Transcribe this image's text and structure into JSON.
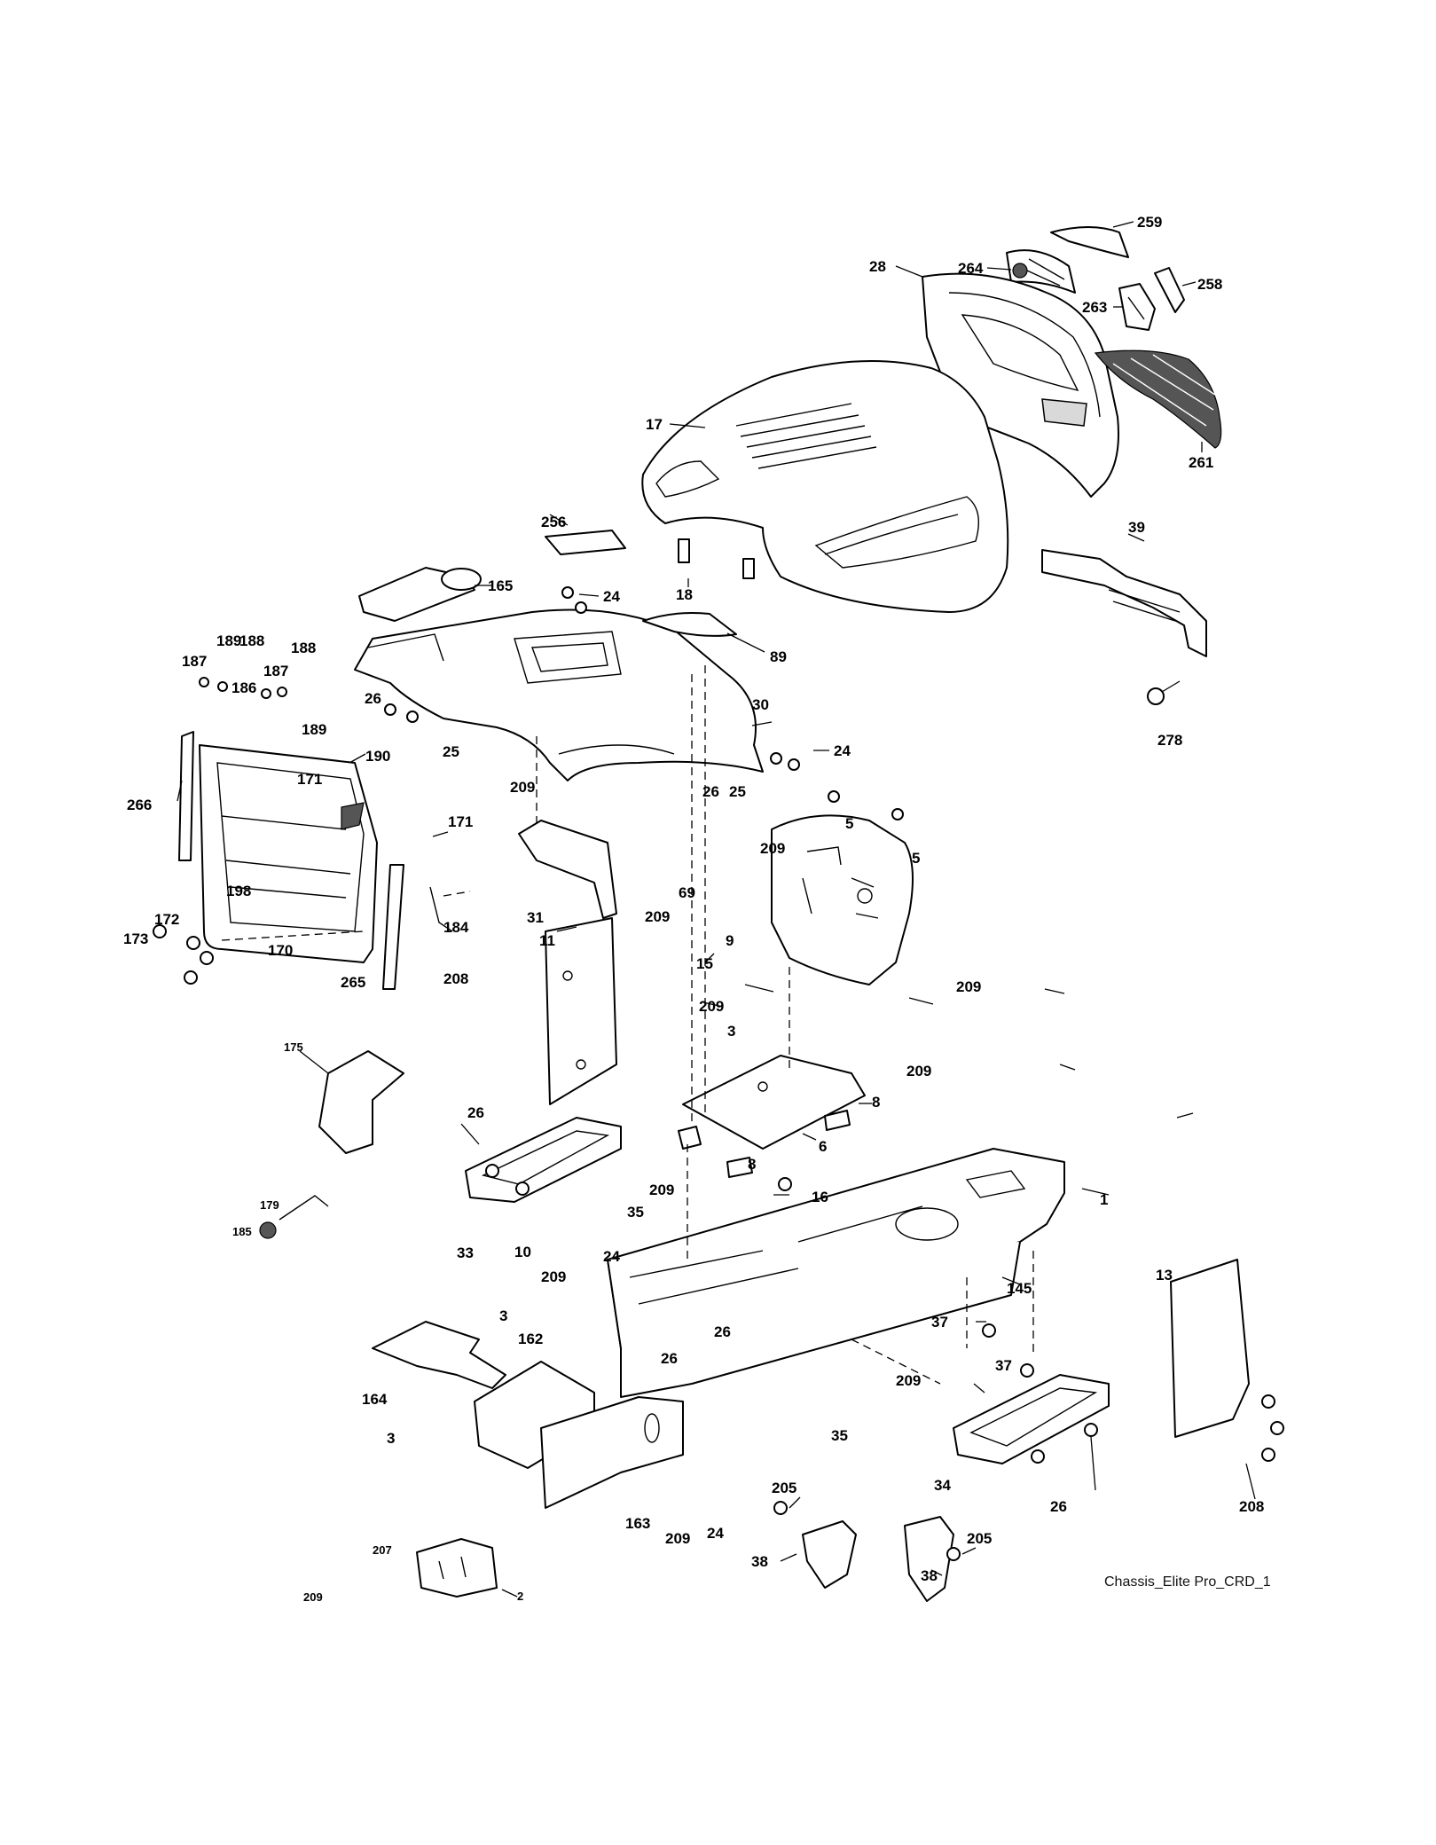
{
  "caption": "Chassis_Elite Pro_CRD_1",
  "callouts": [
    "259",
    "264",
    "258",
    "28",
    "263",
    "17",
    "261",
    "256",
    "165",
    "18",
    "24",
    "39",
    "189",
    "188",
    "188",
    "187",
    "187",
    "186",
    "189",
    "89",
    "26",
    "25",
    "30",
    "24",
    "278",
    "190",
    "266",
    "171",
    "209",
    "26",
    "25",
    "171",
    "5",
    "209",
    "5",
    "198",
    "69",
    "172",
    "209",
    "173",
    "170",
    "31",
    "184",
    "265",
    "11",
    "9",
    "15",
    "209",
    "208",
    "209",
    "3",
    "209",
    "175",
    "8",
    "26",
    "6",
    "8",
    "209",
    "1",
    "179",
    "35",
    "185",
    "16",
    "33",
    "10",
    "24",
    "209",
    "13",
    "145",
    "3",
    "162",
    "26",
    "37",
    "26",
    "37",
    "164",
    "209",
    "3",
    "35",
    "34",
    "26",
    "208",
    "205",
    "205",
    "24",
    "207",
    "163",
    "209",
    "38",
    "38",
    "2",
    "209"
  ]
}
